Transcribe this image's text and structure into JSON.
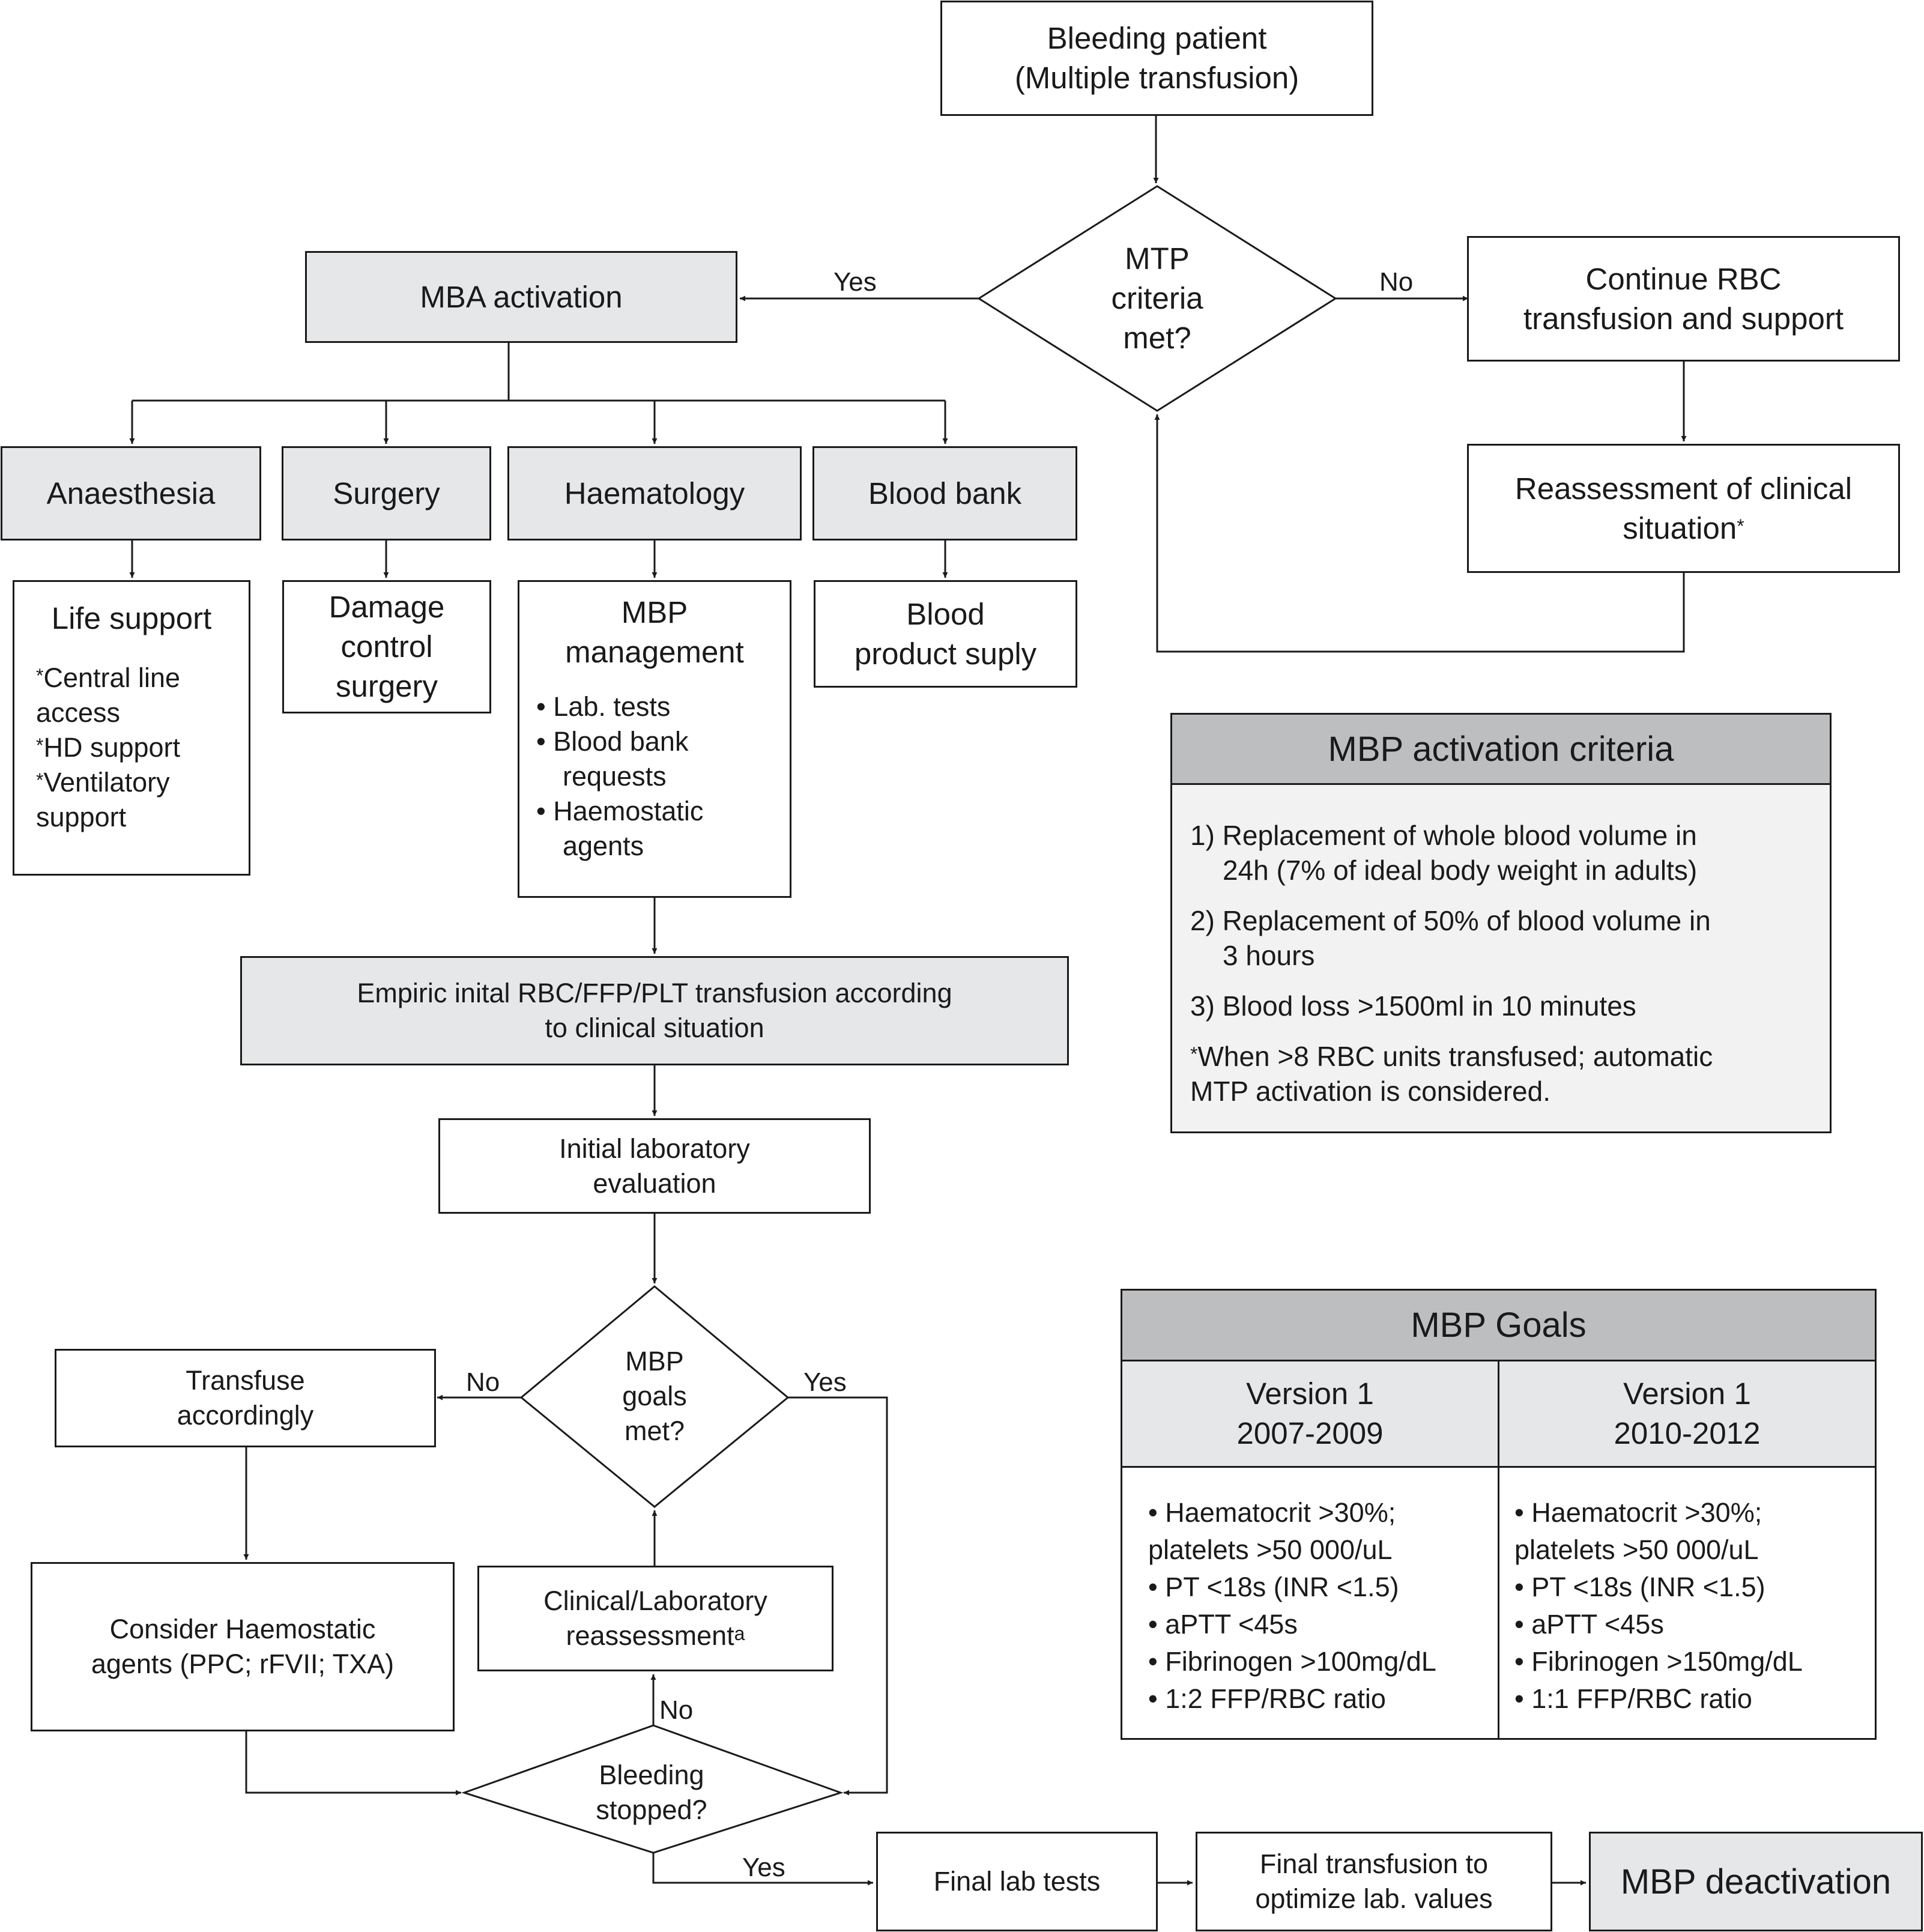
{
  "start": {
    "line1": "Bleeding patient",
    "line2": "(Multiple transfusion)"
  },
  "mtp_decision": {
    "line1": "MTP",
    "line2": "criteria",
    "line3": "met?"
  },
  "yes_label": "Yes",
  "no_label": "No",
  "mba_activation": "MBA activation",
  "continue_rbc": {
    "line1": "Continue RBC",
    "line2": "transfusion and support"
  },
  "reassessment": {
    "line1": "Reassessment of clinical",
    "line2": "situation",
    "mark": "*"
  },
  "teams": {
    "anaesthesia": "Anaesthesia",
    "surgery": "Surgery",
    "haematology": "Haematology",
    "blood_bank": "Blood bank"
  },
  "life_support": {
    "title": "Life support",
    "mark": "*",
    "items": [
      "Central line",
      "access",
      "HD support",
      "Ventilatory",
      "support"
    ]
  },
  "damage_control": {
    "line1": "Damage",
    "line2": "control",
    "line3": "surgery"
  },
  "mbp_management": {
    "line1": "MBP",
    "line2": "management",
    "bullet": "•",
    "items": [
      "Lab. tests",
      "Blood bank",
      "requests",
      "Haemostatic",
      "agents"
    ]
  },
  "blood_product": {
    "line1": "Blood",
    "line2": "product suply"
  },
  "empiric": {
    "line1": "Empiric inital RBC/FFP/PLT transfusion according",
    "line2": "to clinical situation"
  },
  "initial_lab": {
    "line1": "Initial laboratory",
    "line2": "evaluation"
  },
  "mbp_goals_decision": {
    "line1": "MBP",
    "line2": "goals",
    "line3": "met?"
  },
  "transfuse": {
    "line1": "Transfuse",
    "line2": "accordingly"
  },
  "haemostatic": {
    "line1": "Consider Haemostatic",
    "line2": "agents (PPC; rFVII; TXA)"
  },
  "clinical_reassessment": {
    "line1": "Clinical/Laboratory",
    "line2": "reassessment",
    "mark": "a"
  },
  "bleeding_stopped": {
    "line1": "Bleeding",
    "line2": "stopped?"
  },
  "final_lab": "Final lab tests",
  "final_transfusion": {
    "line1": "Final transfusion to",
    "line2": "optimize lab. values"
  },
  "mbp_deactivation": "MBP deactivation",
  "activation_criteria": {
    "title": "MBP activation criteria",
    "c1a": "1) Replacement of whole blood volume in",
    "c1b": "24h (7% of ideal body weight in adults)",
    "c2a": "2) Replacement of 50% of blood volume in",
    "c2b": "3 hours",
    "c3": "3) Blood loss >1500ml in 10 minutes",
    "mark": "*",
    "note1": "When >8 RBC units transfused; automatic",
    "note2": "MTP activation is considered."
  },
  "goals": {
    "title": "MBP Goals",
    "bullet": "•",
    "v1": {
      "name": "Version 1",
      "years": "2007-2009",
      "items": [
        "Haematocrit >30%;",
        "platelets >50 000/uL",
        "PT <18s (INR <1.5)",
        "aPTT <45s",
        "Fibrinogen >100mg/dL",
        "1:2 FFP/RBC ratio"
      ]
    },
    "v2": {
      "name": "Version 1",
      "years": "2010-2012",
      "items": [
        "Haematocrit >30%;",
        "platelets >50 000/uL",
        "PT <18s (INR <1.5)",
        "aPTT <45s",
        "Fibrinogen >150mg/dL",
        "1:1 FFP/RBC ratio"
      ]
    }
  }
}
